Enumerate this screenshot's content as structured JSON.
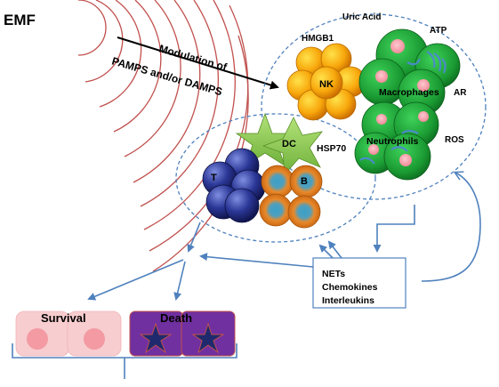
{
  "emf_label": "EMF",
  "arrow_label_line1": "Modulation of",
  "arrow_label_line2": "PAMPS and/or DAMPS",
  "innate": {
    "uric_acid": "Uric Acid",
    "atp": "ATP",
    "hmgb1": "HMGB1",
    "nk": "NK",
    "macrophages": "Macrophages",
    "ar": "AR",
    "neutrophils": "Neutrophils",
    "ros": "ROS"
  },
  "adaptive": {
    "dc": "DC",
    "hsp70": "HSP70",
    "t": "T",
    "b": "B"
  },
  "mediators": [
    "NETs",
    "Chemokines",
    "Interleukins"
  ],
  "outcomes": {
    "survival": "Survival",
    "death": "Death"
  },
  "colors": {
    "emf_waves": "#c0504d",
    "dashed_ellipse": "#4f81bd",
    "nk_cells": "#f5a20a",
    "macrophage_cells": "#1aa33a",
    "t_cells": "#25308a",
    "b_cells": "#e0801f",
    "dc_star": "#8cc63f",
    "survival_cells": "#f4c7c8",
    "death_cells": "#7030a0",
    "connector": "#4f81bd"
  }
}
